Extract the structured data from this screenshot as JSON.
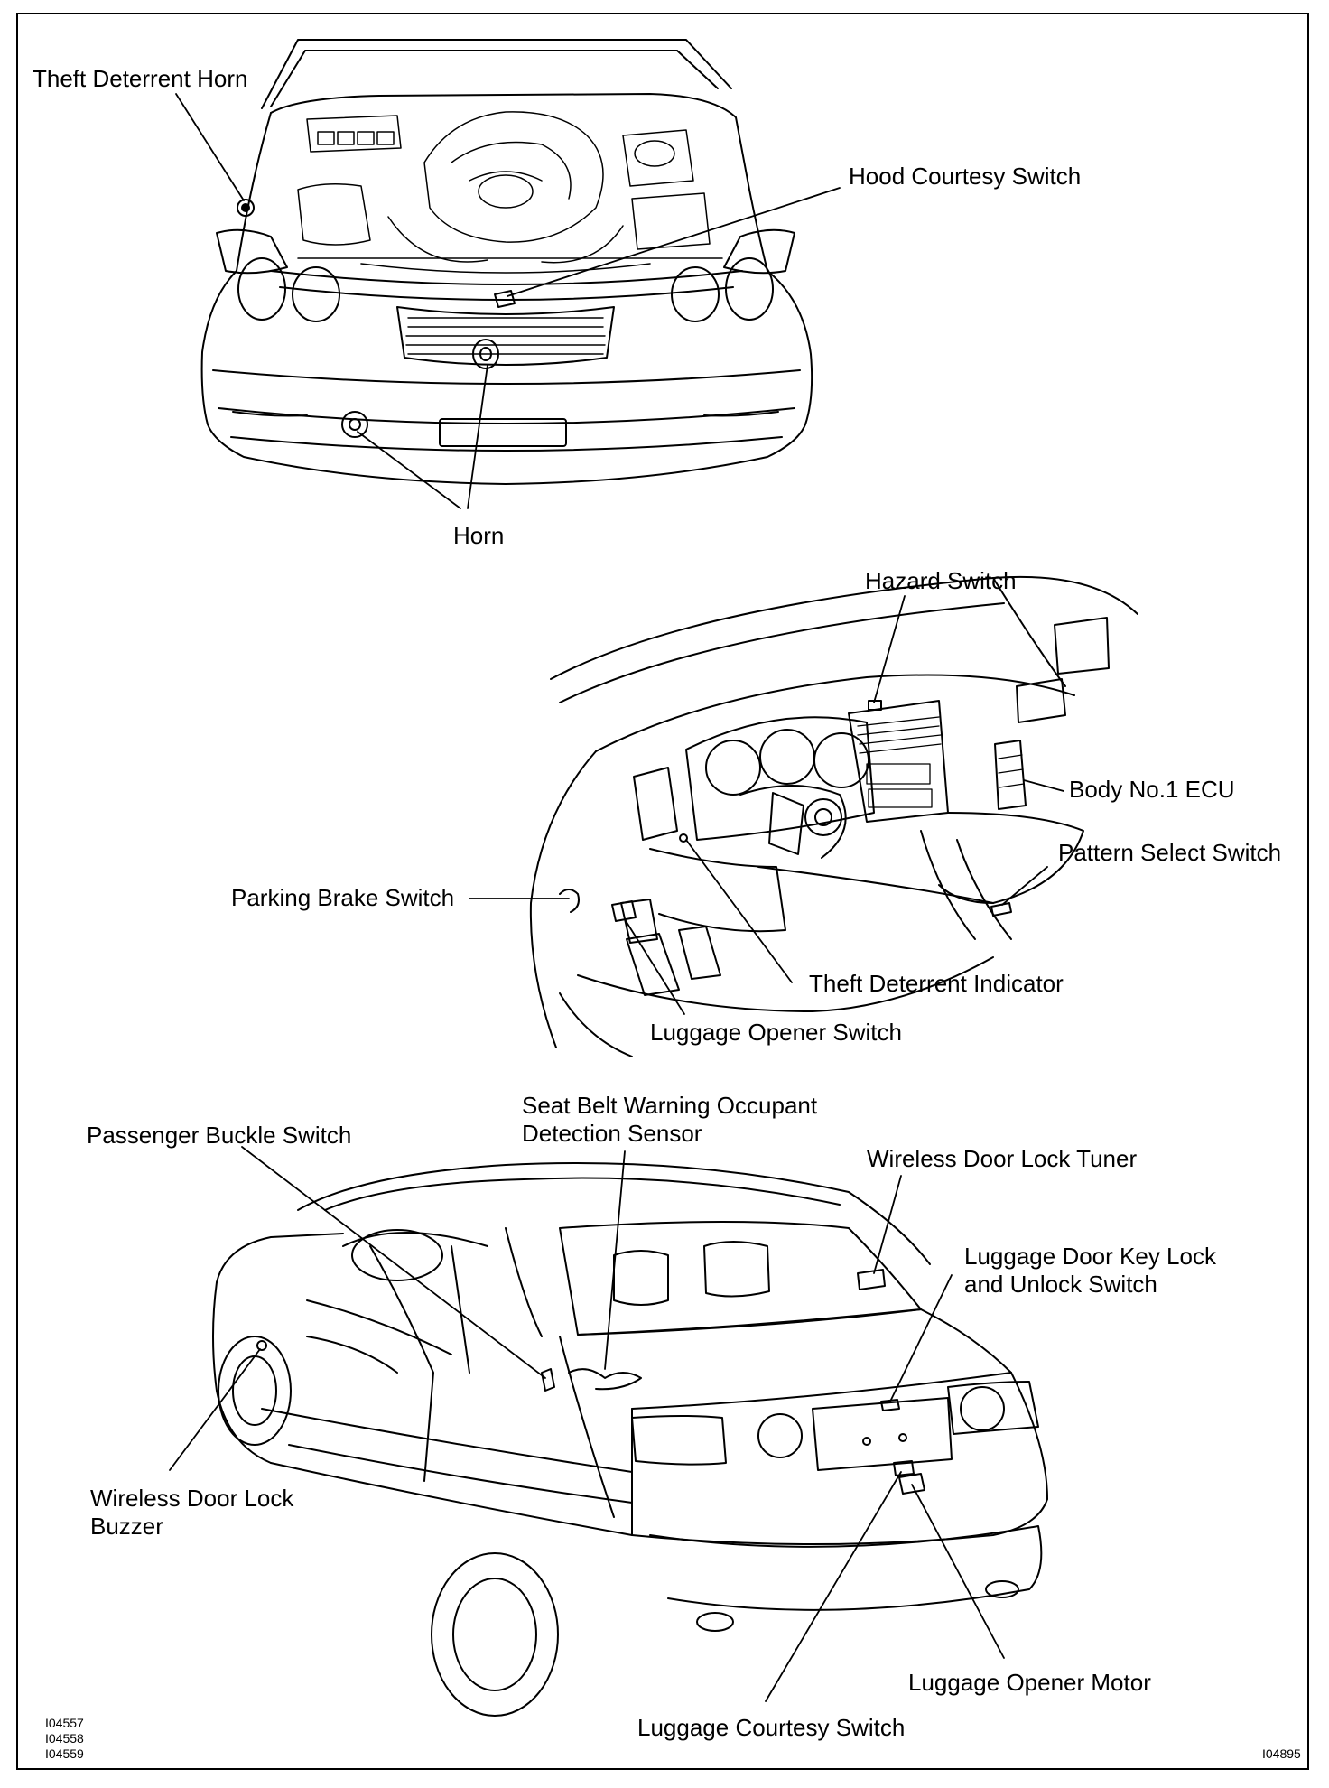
{
  "labels": {
    "theft_deterrent_horn": "Theft Deterrent Horn",
    "hood_courtesy_switch": "Hood Courtesy Switch",
    "horn": "Horn",
    "hazard_switch": "Hazard Switch",
    "body_no1_ecu": "Body No.1 ECU",
    "pattern_select_switch": "Pattern Select Switch",
    "parking_brake_switch": "Parking Brake Switch",
    "theft_deterrent_indicator": "Theft Deterrent Indicator",
    "luggage_opener_switch": "Luggage Opener Switch",
    "seat_belt_sensor": [
      "Seat Belt Warning Occupant",
      "Detection Sensor"
    ],
    "passenger_buckle_switch": "Passenger Buckle Switch",
    "wireless_door_lock_tuner": "Wireless Door Lock Tuner",
    "luggage_door_key_lock": [
      "Luggage Door Key Lock",
      "and Unlock Switch"
    ],
    "wireless_door_lock_buzzer": [
      "Wireless Door Lock",
      "Buzzer"
    ],
    "luggage_opener_motor": "Luggage Opener Motor",
    "luggage_courtesy_switch": "Luggage Courtesy Switch"
  },
  "figure_codes": {
    "left": [
      "I04557",
      "I04558",
      "I04559"
    ],
    "right": "I04895"
  }
}
